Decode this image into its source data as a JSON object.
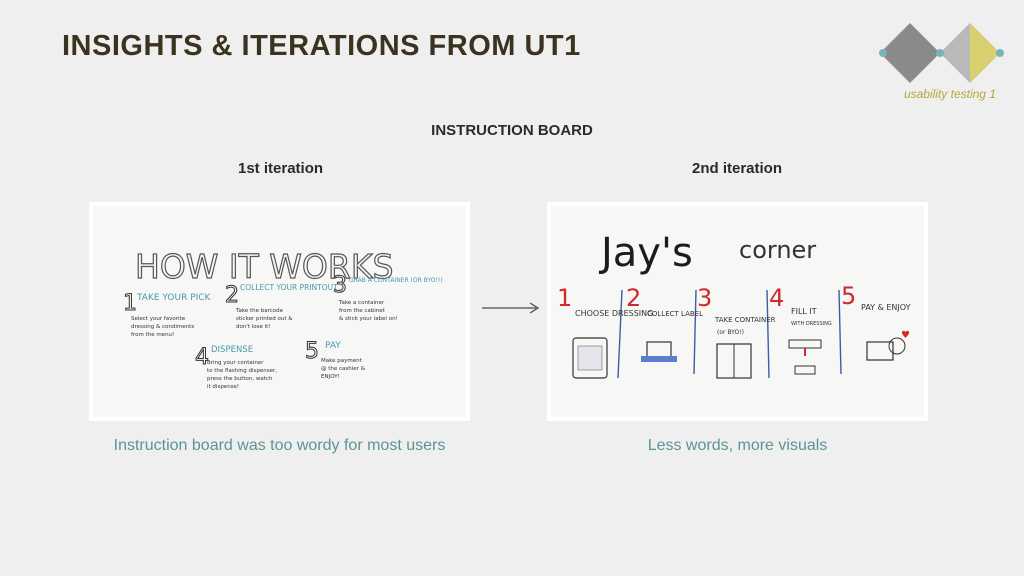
{
  "slide": {
    "title": "INSIGHTS & ITERATIONS FROM UT1",
    "logo_caption": "usability testing 1",
    "section_heading": "INSTRUCTION BOARD",
    "colors": {
      "title": "#3b3320",
      "caption": "#5c9495",
      "accent": "#b6a83a",
      "logo_gray": "#8a8a8a",
      "logo_teal": "#79b3b5"
    }
  },
  "iteration1": {
    "label": "1st iteration",
    "caption": "Instruction board was too wordy for most users",
    "board": {
      "heading": "HOW IT WORKS",
      "steps": [
        {
          "number": "1",
          "title": "TAKE YOUR PICK",
          "text": [
            "Select your favorite",
            "dressing & condiments",
            "from the menu!"
          ]
        },
        {
          "number": "2",
          "title": "COLLECT YOUR PRINTOUT",
          "text": [
            "Take the barcode",
            "sticker printed out &",
            "don't lose it!"
          ]
        },
        {
          "number": "3",
          "title": "GRAB A CONTAINER (OR BYO!!)",
          "text": [
            "Take a container",
            "from the cabinet",
            "& stick your label on!"
          ]
        },
        {
          "number": "4",
          "title": "DISPENSE",
          "text": [
            "Bring your container",
            "to the flashing dispenser,",
            "press the button, watch",
            "it dispense!"
          ]
        },
        {
          "number": "5",
          "title": "PAY",
          "text": [
            "Make payment",
            "@ the cashier &",
            "ENJOY!"
          ]
        }
      ]
    }
  },
  "iteration2": {
    "label": "2nd iteration",
    "caption": "Less words, more visuals",
    "board": {
      "brand": "Jay's",
      "brand_suffix": "corner",
      "steps": [
        {
          "number": "1",
          "title": "CHOOSE DRESSING",
          "sub": ""
        },
        {
          "number": "2",
          "title": "COLLECT LABEL",
          "sub": ""
        },
        {
          "number": "3",
          "title": "TAKE CONTAINER",
          "sub": "(or BYO!)"
        },
        {
          "number": "4",
          "title": "FILL IT",
          "sub": "WITH DRESSING"
        },
        {
          "number": "5",
          "title": "PAY & ENJOY",
          "sub": ""
        }
      ]
    }
  }
}
